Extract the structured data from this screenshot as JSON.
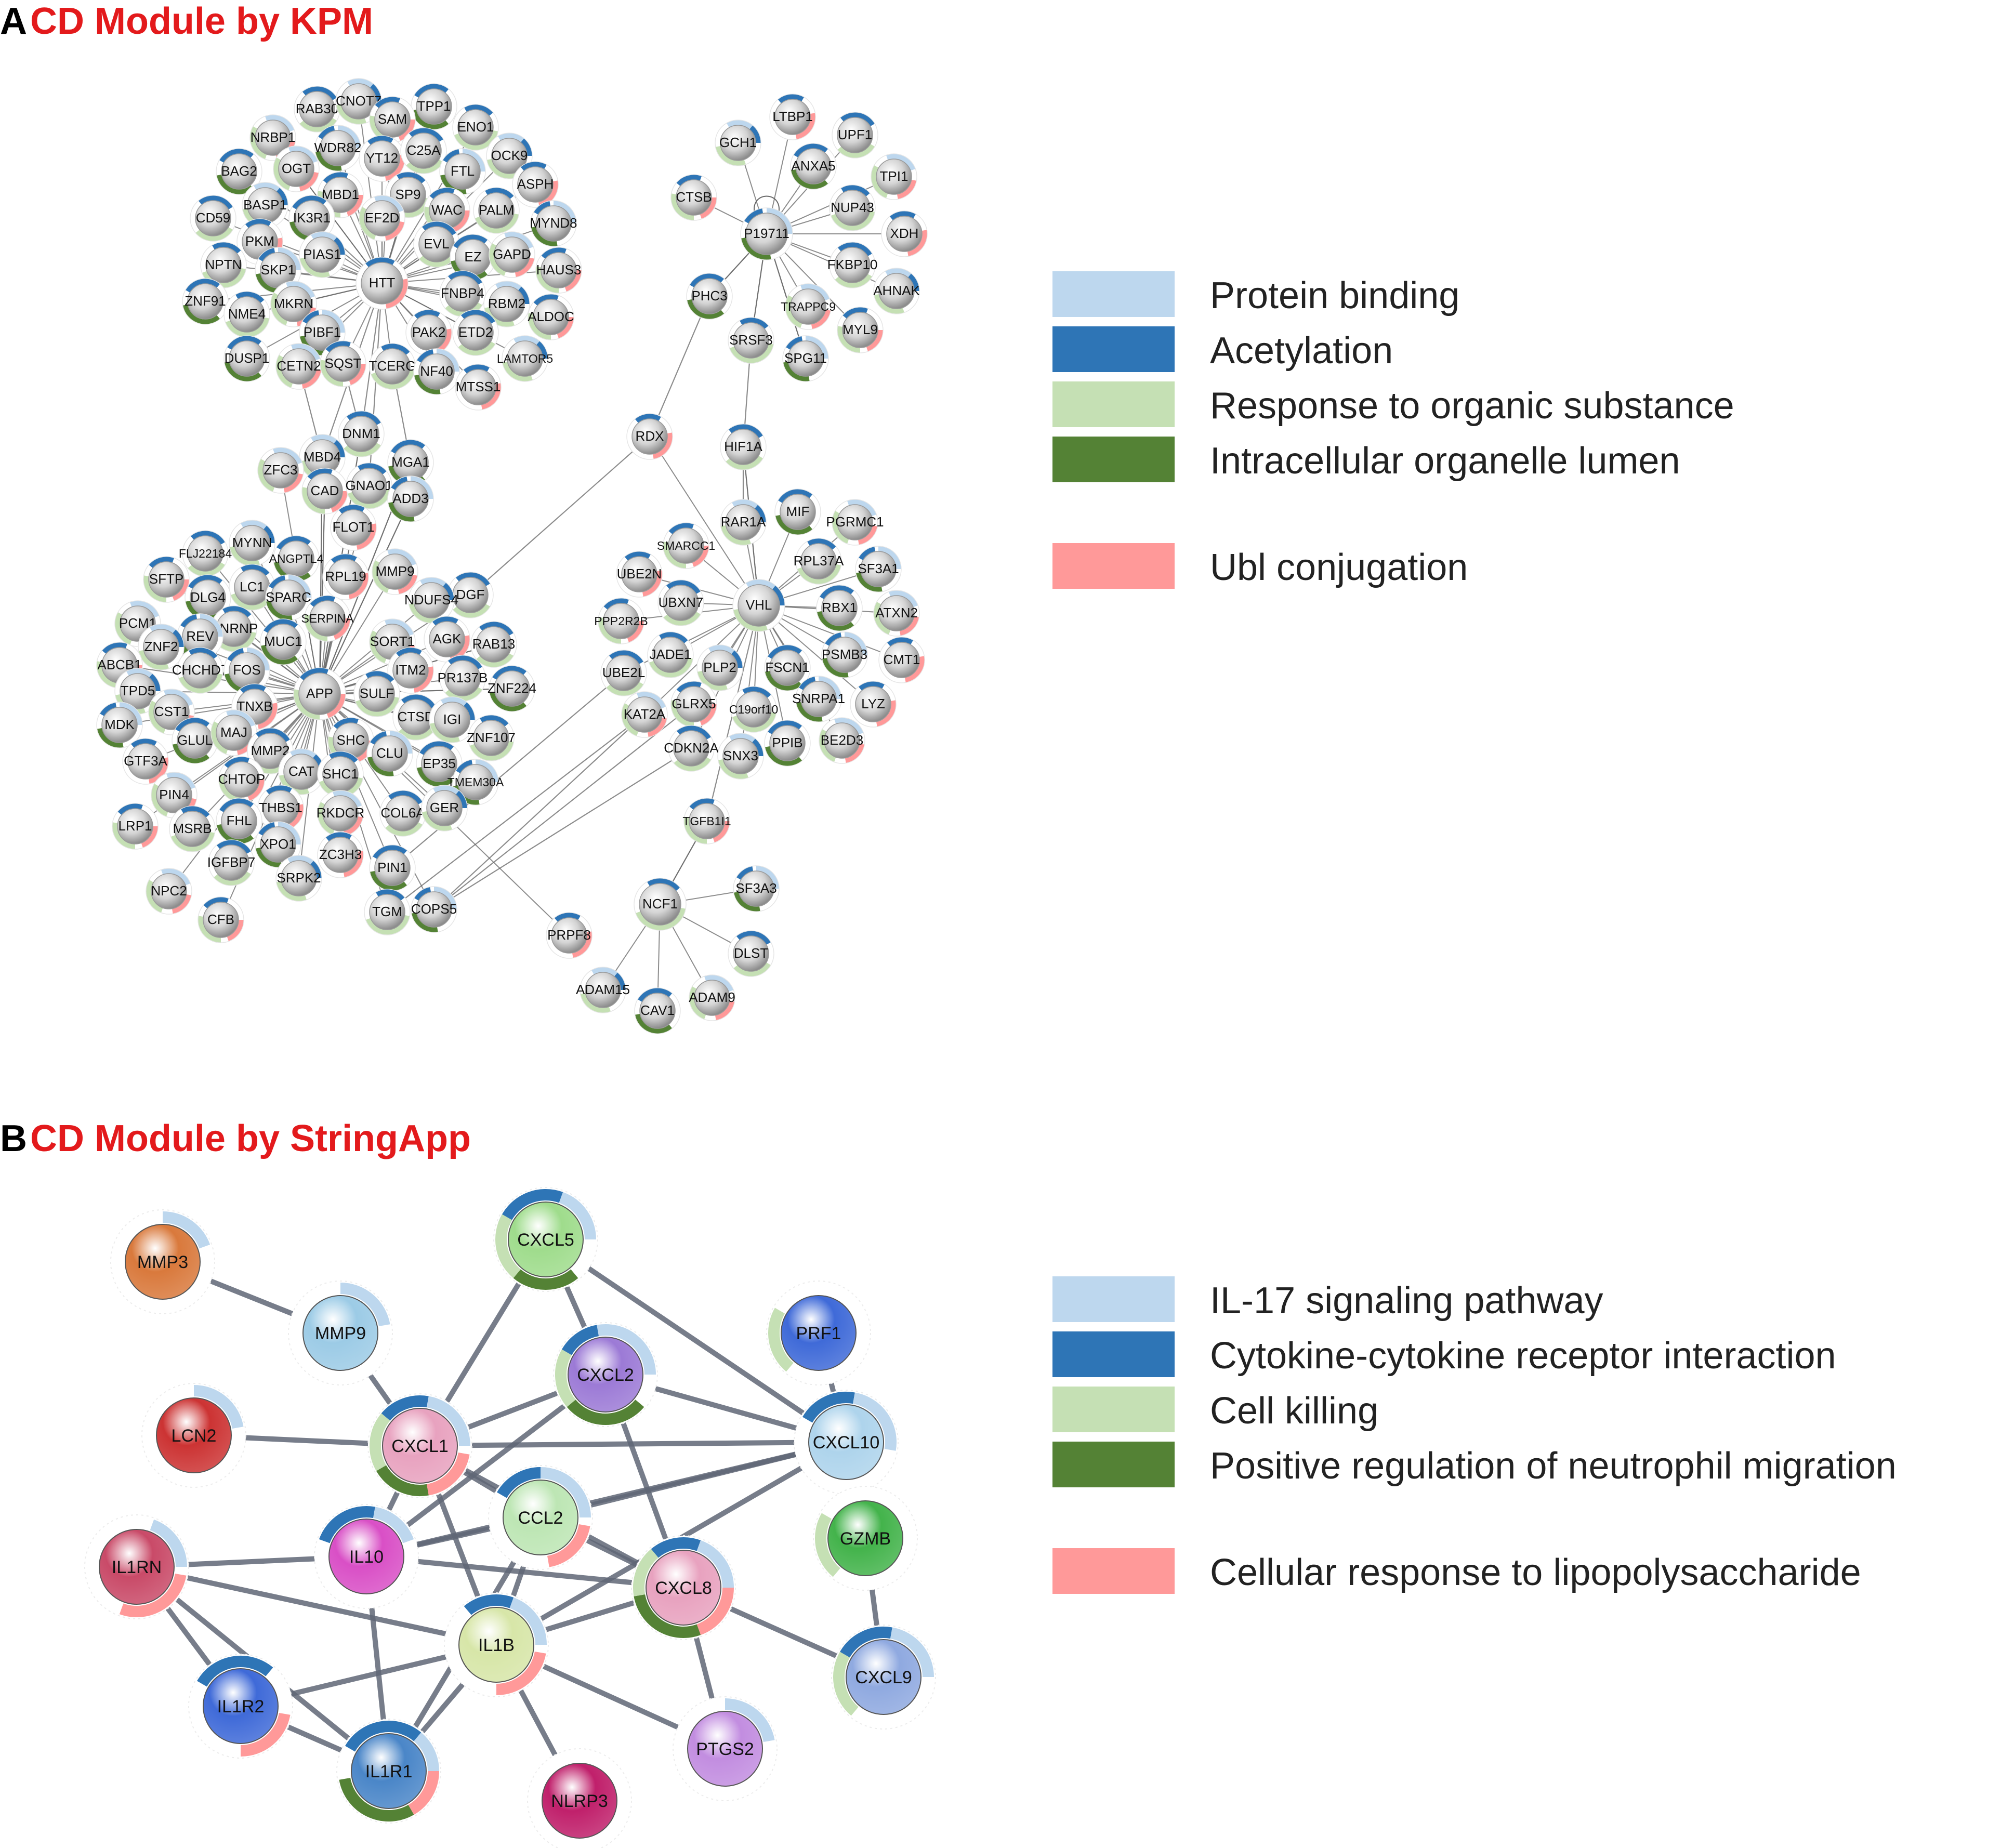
{
  "panel_a": {
    "letter": "A",
    "title": "CD Module by KPM",
    "legend": [
      {
        "label": "Protein binding",
        "color": "#bdd7ee"
      },
      {
        "label": "Acetylation",
        "color": "#2e75b6"
      },
      {
        "label": "Response to organic substance",
        "color": "#c5e0b4"
      },
      {
        "label": "Intracellular organelle lumen",
        "color": "#548235"
      },
      {
        "label": "Ubl conjugation",
        "color": "#ff9999"
      }
    ],
    "nodes": [
      "RAB30",
      "CNOT7",
      "TPP1",
      "NRBP1",
      "SAM",
      "ENO1",
      "WDR82",
      "YT12",
      "C25A",
      "OCK9",
      "BAG2",
      "OGT",
      "MBD1",
      "SP9",
      "FTL",
      "ASPH",
      "CD59",
      "BASP1",
      "IK3R1",
      "EF2D",
      "WAC",
      "PALM",
      "MYND8",
      "PKM",
      "EVL",
      "PIAS1",
      "EZ",
      "GAPD",
      "HAUS3",
      "NPTN",
      "SKP1",
      "HTT",
      "FNBP4",
      "RBM2",
      "ZNF91",
      "MKRN",
      "ALDOC",
      "NME4",
      "PIBF1",
      "PAK2",
      "ETD2",
      "LAMTOR5",
      "DUSP1",
      "CETN2",
      "SQST",
      "TCERG",
      "NF40",
      "MTSS1",
      "DNM1",
      "MBD4",
      "MGA1",
      "ZFC3",
      "CAD",
      "GNAO1",
      "ADD3",
      "FLOT1",
      "FLJ22184",
      "MYNN",
      "ANGPTL4",
      "MMP9",
      "SFTP",
      "LC1",
      "SPARC",
      "RPL19",
      "DGF",
      "NDUFS4",
      "DLG4",
      "PCM1",
      "SERPINA",
      "UNRNP",
      "REV",
      "AGK",
      "RAB13",
      "ZNF2",
      "MUC1",
      "SORT1",
      "ABCB1",
      "CHCHD7",
      "FOS",
      "ITM2",
      "PR137B",
      "TPD5",
      "ZNF224",
      "CST1",
      "APP",
      "SULF",
      "MDK",
      "TNXB",
      "CTSD",
      "IGI",
      "GLUL",
      "MAJ",
      "SHC",
      "ZNF107",
      "CLU",
      "GTF3A",
      "MMP2",
      "CAT",
      "EP35",
      "PIN4",
      "CHTOP",
      "SHC1",
      "TMEM30A",
      "THBS1",
      "COL6A",
      "GER",
      "FHL",
      "RKDCR",
      "LRP1",
      "MSRB",
      "XPO1",
      "ZC3H3",
      "IGFBP7",
      "SRPK2",
      "PIN1",
      "NPC2",
      "CFB",
      "TGM",
      "COPS5",
      "LTBP1",
      "UPF1",
      "GCH1",
      "ANXA5",
      "TPI1",
      "CTSB",
      "NUP43",
      "P19711",
      "XDH",
      "FKBP10",
      "AHNAK",
      "PHC3",
      "TRAPPC9",
      "MYL9",
      "SRSF3",
      "SPG11",
      "RDX",
      "HIF1A",
      "RAR1A",
      "MIF",
      "PGRMC1",
      "SMARCC1",
      "RPL37A",
      "SF3A1",
      "UBE2N",
      "UBXN7",
      "VHL",
      "RBX1",
      "ATXN2",
      "PPP2R2B",
      "JADE1",
      "PSMB3",
      "CMT1",
      "UBE2L",
      "PLP2",
      "FSCN1",
      "KAT2A",
      "GLRX5",
      "C19orf10",
      "SNRPA1",
      "LYZ",
      "CDKN2A",
      "SNX3",
      "PPIB",
      "BE2D3",
      "TGFB1I1",
      "NCF1",
      "SF3A3",
      "PRPF8",
      "DLST",
      "ADAM15",
      "CAV1",
      "ADAM9"
    ]
  },
  "panel_b": {
    "letter": "B",
    "title": "CD Module by StringApp",
    "legend": [
      {
        "label": "IL-17 signaling pathway",
        "color": "#bdd7ee"
      },
      {
        "label": "Cytokine-cytokine receptor interaction",
        "color": "#2e75b6"
      },
      {
        "label": "Cell killing",
        "color": "#c5e0b4"
      },
      {
        "label": "Positive regulation of neutrophil migration",
        "color": "#548235"
      },
      {
        "label": "Cellular response to lipopolysaccharide",
        "color": "#ff9999"
      }
    ],
    "nodes": [
      "MMP3",
      "CXCL5",
      "MMP9",
      "PRF1",
      "CXCL2",
      "LCN2",
      "CXCL1",
      "CXCL10",
      "CCL2",
      "GZMB",
      "IL1RN",
      "IL10",
      "CXCL8",
      "IL1B",
      "CXCL9",
      "IL1R2",
      "PTGS2",
      "IL1R1",
      "NLRP3"
    ]
  }
}
